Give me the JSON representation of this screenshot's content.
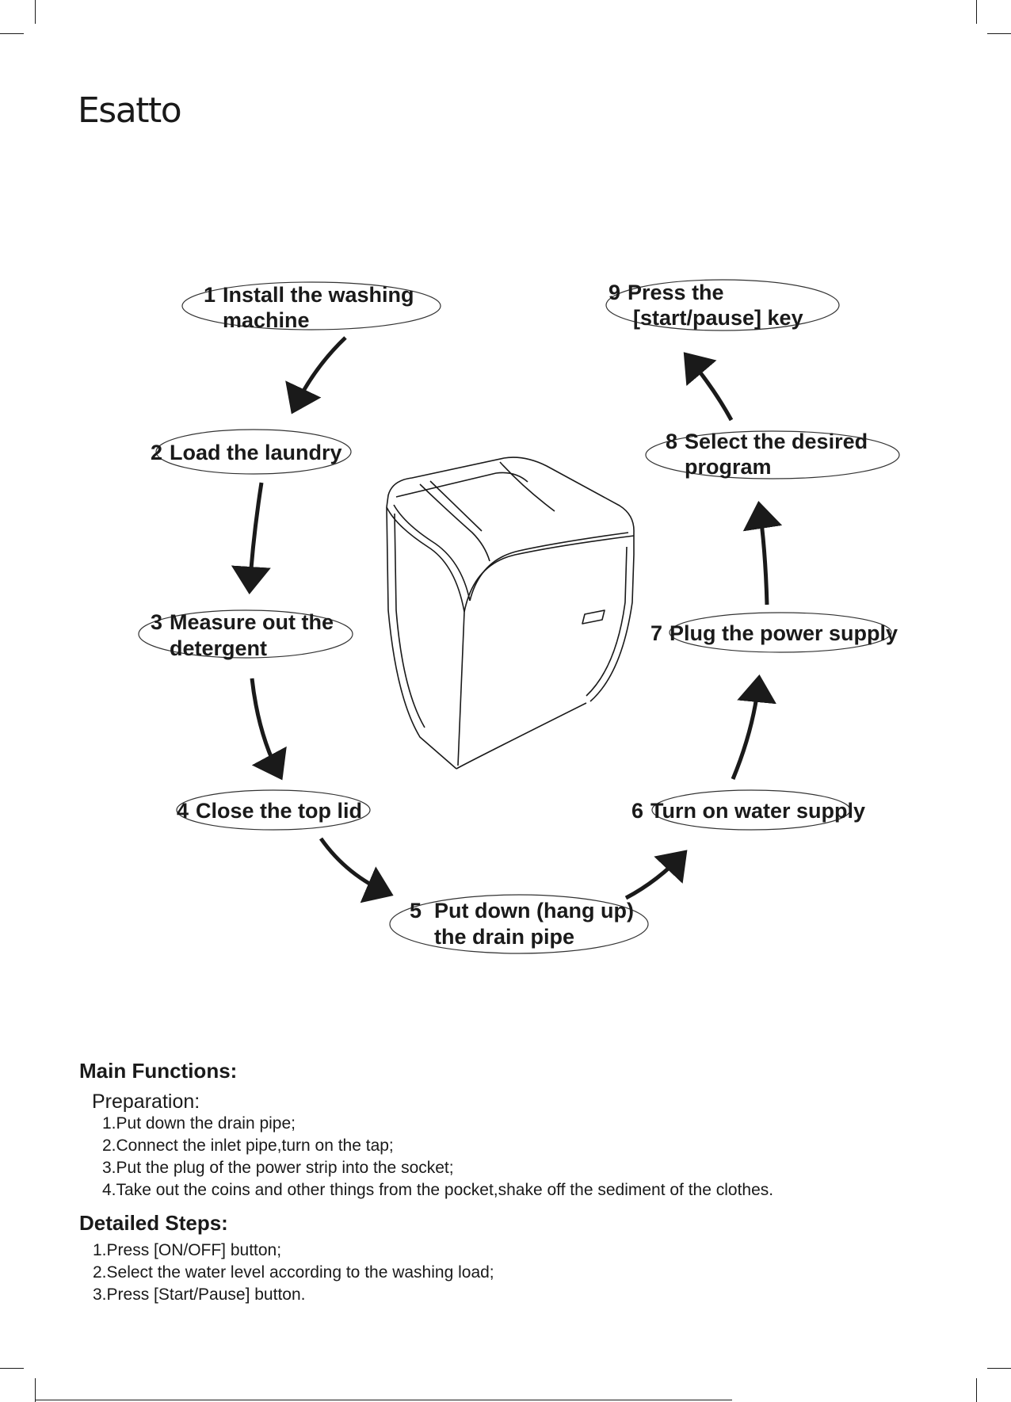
{
  "brand": "Esatto",
  "diagram": {
    "steps": [
      {
        "num": "1",
        "lines": [
          "Install the washing",
          "machine"
        ]
      },
      {
        "num": "2",
        "lines": [
          "Load the laundry"
        ]
      },
      {
        "num": "3",
        "lines": [
          "Measure out the",
          "detergent"
        ]
      },
      {
        "num": "4",
        "lines": [
          "Close the top lid"
        ]
      },
      {
        "num": "5",
        "lines": [
          "Put down (hang up)",
          "the drain pipe"
        ]
      },
      {
        "num": "6",
        "lines": [
          "Turn on water supply"
        ]
      },
      {
        "num": "7",
        "lines": [
          "Plug the power supply"
        ]
      },
      {
        "num": "8",
        "lines": [
          "Select the desired",
          "program"
        ]
      },
      {
        "num": "9",
        "lines": [
          "Press the",
          "[start/pause] key"
        ]
      }
    ]
  },
  "main_functions": {
    "title": "Main Functions:",
    "preparation_label": "Preparation:",
    "preparation_items": [
      "1.Put down the drain pipe;",
      "2.Connect the inlet pipe,turn on the tap;",
      "3.Put the plug of the power strip into the socket;",
      "4.Take out the coins and other things from the pocket,shake off the sediment of the clothes."
    ]
  },
  "detailed_steps": {
    "title": "Detailed Steps:",
    "items": [
      "1.Press [ON/OFF] button;",
      "2.Select the water level according to the washing load;",
      "3.Press [Start/Pause] button."
    ]
  }
}
